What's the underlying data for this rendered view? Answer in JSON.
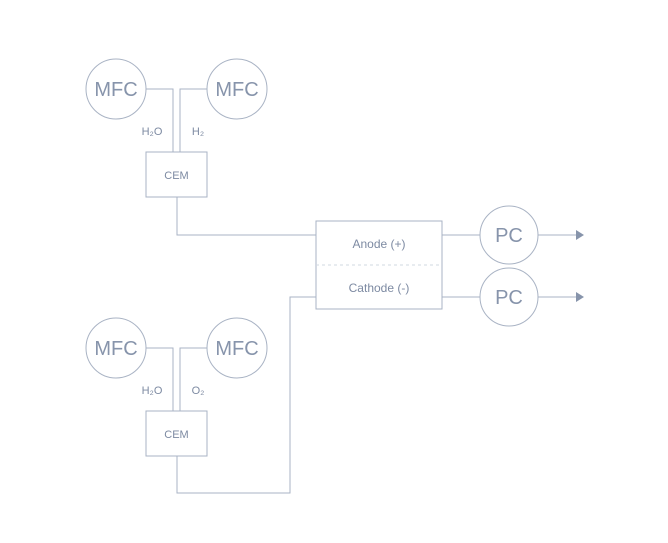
{
  "diagram": {
    "top_group": {
      "mfc_left": "MFC",
      "mfc_right": "MFC",
      "label_left": "H₂O",
      "label_right": "H₂",
      "membrane": "CEM"
    },
    "bottom_group": {
      "mfc_left": "MFC",
      "mfc_right": "MFC",
      "label_left": "H₂O",
      "label_right": "O₂",
      "membrane": "CEM"
    },
    "cell": {
      "anode": "Anode (+)",
      "cathode": "Cathode (-)"
    },
    "outputs": {
      "pc_top": "PC",
      "pc_bottom": "PC"
    },
    "colors": {
      "line": "#a9b3c4",
      "text": "#8794ab"
    }
  }
}
